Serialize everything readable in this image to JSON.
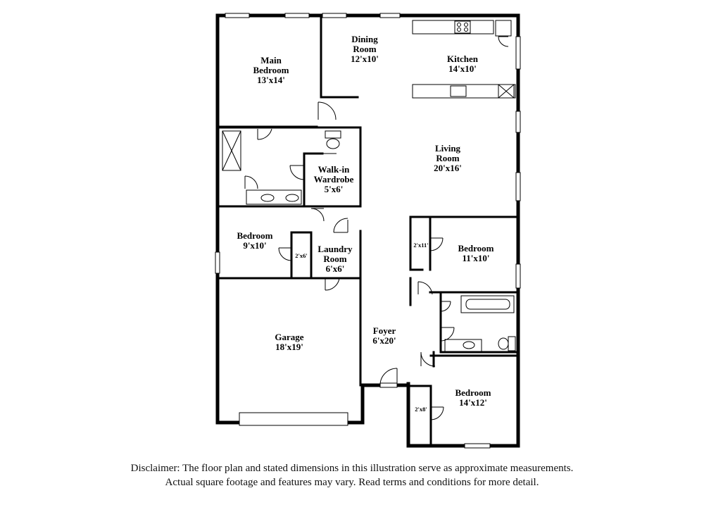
{
  "rooms": {
    "main_bedroom": {
      "line1": "Main",
      "line2": "Bedroom",
      "dims": "13'x14'"
    },
    "dining_room": {
      "line1": "Dining",
      "line2": "Room",
      "dims": "12'x10'"
    },
    "kitchen": {
      "line1": "Kitchen",
      "dims": "14'x10'"
    },
    "living_room": {
      "line1": "Living",
      "line2": "Room",
      "dims": "20'x16'"
    },
    "walk_in_wardrobe": {
      "line1": "Walk-in",
      "line2": "Wardrobe",
      "dims": "5'x6'"
    },
    "bedroom_left": {
      "line1": "Bedroom",
      "dims": "9'x10'"
    },
    "closet_left": {
      "dims": "2'x6'"
    },
    "laundry_room": {
      "line1": "Laundry",
      "line2": "Room",
      "dims": "6'x6'"
    },
    "bedroom_right": {
      "line1": "Bedroom",
      "dims": "11'x10'"
    },
    "closet_right": {
      "dims": "2'x11'"
    },
    "garage": {
      "line1": "Garage",
      "dims": "18'x19'"
    },
    "foyer": {
      "line1": "Foyer",
      "dims": "6'x20'"
    },
    "bedroom_bottom": {
      "line1": "Bedroom",
      "dims": "14'x12'"
    },
    "closet_bottom": {
      "dims": "2'x8'"
    }
  },
  "disclaimer": {
    "line1": "Disclaimer: The floor plan and stated dimensions in this illustration serve as approximate measurements.",
    "line2": "Actual square footage and features may vary. Read terms and conditions for more detail."
  }
}
